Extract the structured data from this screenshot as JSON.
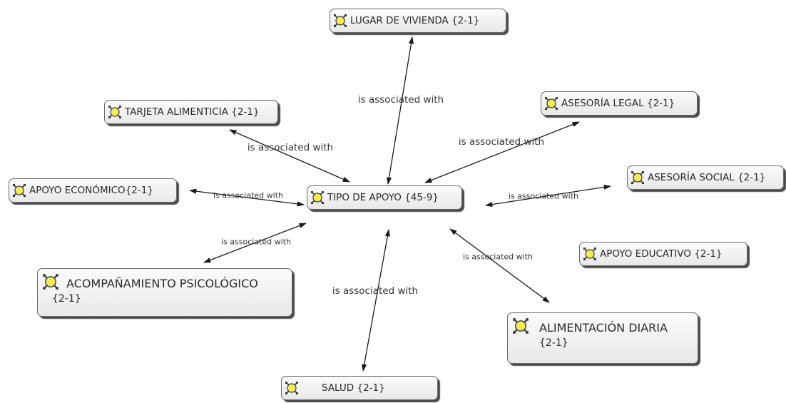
{
  "diagram": {
    "center_node": {
      "label": "TIPO DE APOYO",
      "count": "{45-9}"
    },
    "nodes": [
      {
        "id": "lugar",
        "label": "LUGAR DE VIVIENDA",
        "count": "{2-1}"
      },
      {
        "id": "tarjeta",
        "label": "TARJETA ALIMENTICIA",
        "count": "{2-1}"
      },
      {
        "id": "legal",
        "label": "ASESORÍA LEGAL",
        "count": "{2-1}"
      },
      {
        "id": "economico",
        "label": "APOYO ECONÓMICO",
        "count": "{2-1}"
      },
      {
        "id": "social",
        "label": "ASESORÍA SOCIAL",
        "count": "{2-1}"
      },
      {
        "id": "educativo",
        "label": "APOYO EDUCATIVO",
        "count": "{2-1}"
      },
      {
        "id": "psicologico",
        "label": "ACOMPAÑAMIENTO PSICOLÓGICO",
        "count": "{2-1}"
      },
      {
        "id": "alimentacion",
        "label": "ALIMENTACIÓN DIARIA",
        "count": "{2-1}"
      },
      {
        "id": "salud",
        "label": "SALUD",
        "count": "{2-1}"
      }
    ],
    "relation_label": "is associated with",
    "edges": [
      {
        "from": "tipo",
        "to": "lugar",
        "label": "is associated with"
      },
      {
        "from": "tipo",
        "to": "tarjeta",
        "label": "is associated with"
      },
      {
        "from": "tipo",
        "to": "legal",
        "label": "is associated with"
      },
      {
        "from": "tipo",
        "to": "economico",
        "label": "is associated with"
      },
      {
        "from": "tipo",
        "to": "social",
        "label": "is associated with"
      },
      {
        "from": "tipo",
        "to": "psicologico",
        "label": "is associated with"
      },
      {
        "from": "tipo",
        "to": "alimentacion",
        "label": "is associated with"
      },
      {
        "from": "tipo",
        "to": "salud",
        "label": "is associated with"
      }
    ],
    "colors": {
      "icon_fill": "#f2ec52",
      "icon_stroke": "#3a3a3a",
      "node_border": "#6a6a6a",
      "edge": "#1a1a1a"
    },
    "icon": "network-node-icon"
  }
}
